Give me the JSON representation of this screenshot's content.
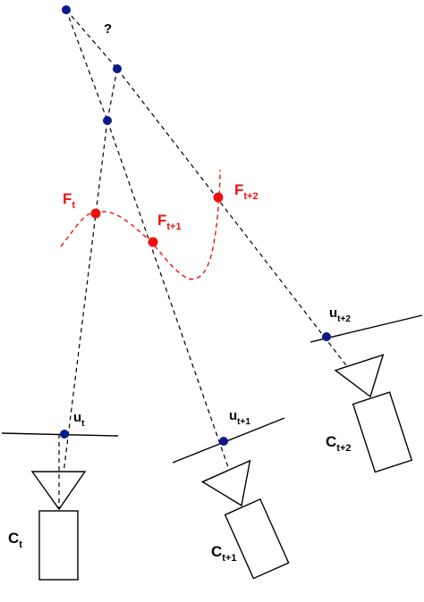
{
  "question_mark": "?",
  "features": [
    {
      "base": "F",
      "sub": "t"
    },
    {
      "base": "F",
      "sub": "t+1"
    },
    {
      "base": "F",
      "sub": "t+2"
    }
  ],
  "image_points": [
    {
      "base": "u",
      "sub": "t"
    },
    {
      "base": "u",
      "sub": "t+1"
    },
    {
      "base": "u",
      "sub": "t+2"
    }
  ],
  "cameras": [
    {
      "base": "C",
      "sub": "t"
    },
    {
      "base": "C",
      "sub": "t+1"
    },
    {
      "base": "C",
      "sub": "t+2"
    }
  ],
  "colors": {
    "rays": "#000000",
    "points": "#0a1a8c",
    "features": "#ee1111",
    "curve": "#ee1111"
  }
}
